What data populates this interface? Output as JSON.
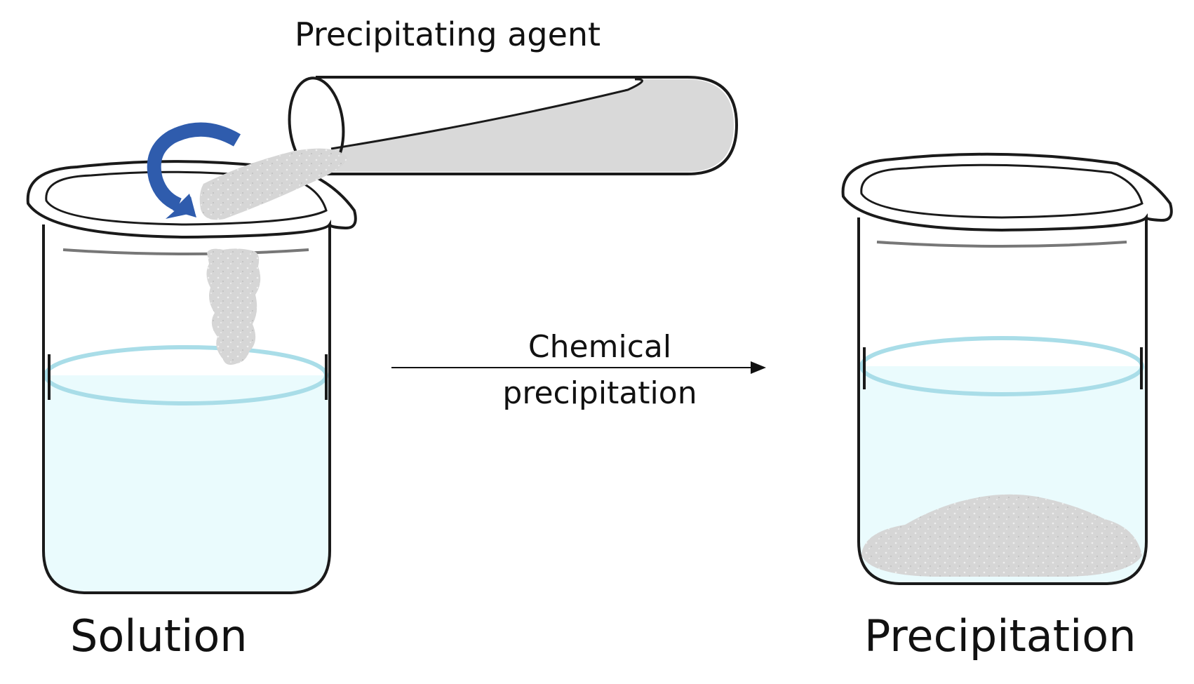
{
  "labels": {
    "agent": "Precipitating agent",
    "process_line1": "Chemical",
    "process_line2": "precipitation",
    "solution": "Solution",
    "precipitation": "Precipitation"
  },
  "colors": {
    "liquid": "#eafbfd",
    "liquid_surface": "#a9dde8",
    "powder": "#d6d6d6",
    "glass_outline": "#1a1a1a",
    "tube_fill": "#d9d9d9",
    "stir_arrow": "#2f5cad",
    "process_arrow": "#111111"
  },
  "icons": {
    "stir": "curved-arrow-icon",
    "process": "right-arrow-icon"
  }
}
